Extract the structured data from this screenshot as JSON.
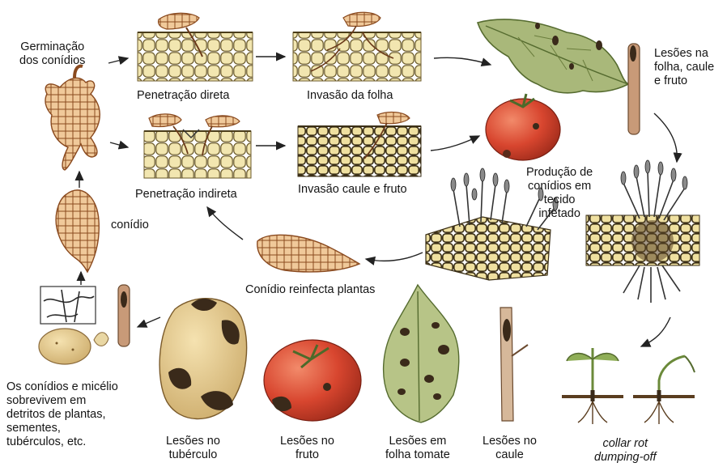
{
  "diagram": {
    "labels": {
      "germination": [
        "Germinação",
        "dos conídios"
      ],
      "direct_penetration": "Penetração direta",
      "leaf_invasion": "Invasão da folha",
      "leaf_stem_fruit_lesions": [
        "Lesões na",
        "folha, caule",
        "e fruto"
      ],
      "indirect_penetration": "Penetração indireta",
      "stem_fruit_invasion": "Invasão caule e fruto",
      "conidia_production": [
        "Produção de",
        "conídios em",
        "tecido",
        "infetado"
      ],
      "conidium": "conídio",
      "reinfection": "Conídio reinfecta plantas",
      "survival": [
        "Os conídios e micélio",
        "sobrevivem em",
        "detritos de plantas,",
        "sementes,",
        "tubérculos, etc."
      ],
      "tuber_lesions": [
        "Lesões no",
        "tubérculo"
      ],
      "fruit_lesions": [
        "Lesões no",
        "fruto"
      ],
      "tomato_leaf_lesions": [
        "Lesões em",
        "folha tomate"
      ],
      "stem_lesions": [
        "Lesões no",
        "caule"
      ],
      "collar_rot": [
        "collar rot",
        "dumping-off"
      ]
    },
    "colors": {
      "cell_fill": "#f2e6b0",
      "cell_stroke": "#6b5a2a",
      "conidium_fill": "#f0c99a",
      "conidium_line": "#8a4a1f",
      "leaf_green": "#a9b87a",
      "leaf_dark": "#556b2f",
      "tomato_red": "#d8462f",
      "potato_skin": "#e3c98f",
      "lesion_brown": "#3a2a1a",
      "stem_brown": "#b88a66",
      "arrow": "#222222"
    }
  }
}
